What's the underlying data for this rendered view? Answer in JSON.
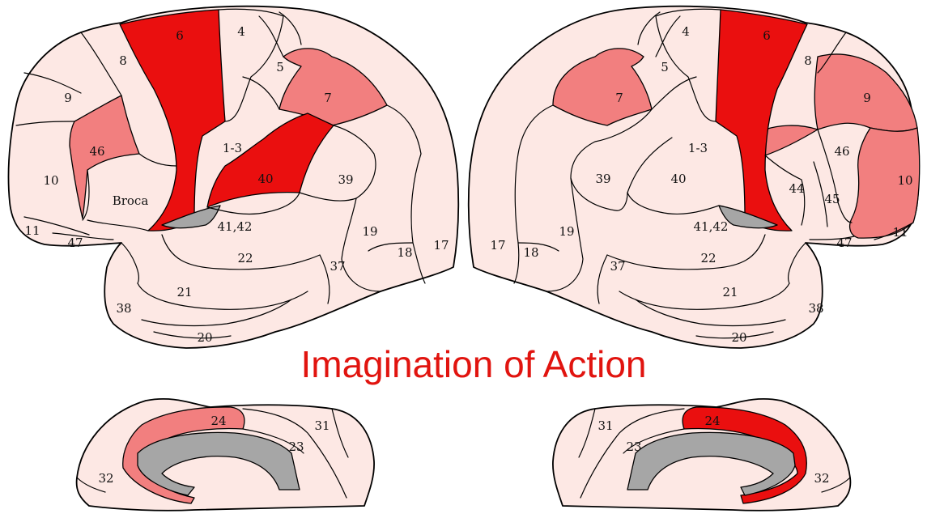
{
  "title": "Imagination of Action",
  "colors": {
    "background": "#ffffff",
    "base": "#fde8e4",
    "strong": "#ea0f0f",
    "moderate": "#f27f7f",
    "insula": "#a6a6a6",
    "title": "#e1140f"
  },
  "lateral_left": {
    "labels": {
      "a4": "4",
      "a5": "5",
      "a6": "6",
      "a7": "7",
      "a8": "8",
      "a9": "9",
      "a10": "10",
      "a11": "11",
      "a46": "46",
      "broca": "Broca",
      "a47": "47",
      "a13": "1-3",
      "a40": "40",
      "a39": "39",
      "a4142": "41,42",
      "a19": "19",
      "a18": "18",
      "a17": "17",
      "a22": "22",
      "a37": "37",
      "a21": "21",
      "a38": "38",
      "a20": "20"
    },
    "activation": {
      "a6": "strong",
      "a40": "strong",
      "a7": "moderate",
      "a46": "moderate"
    }
  },
  "lateral_right": {
    "labels": {
      "a4": "4",
      "a5": "5",
      "a6": "6",
      "a7": "7",
      "a8": "8",
      "a9": "9",
      "a10": "10",
      "a11": "11",
      "a46": "46",
      "a44": "44",
      "a45": "45",
      "a47": "47",
      "a13": "1-3",
      "a40": "40",
      "a39": "39",
      "a4142": "41,42",
      "a19": "19",
      "a18": "18",
      "a17": "17",
      "a22": "22",
      "a37": "37",
      "a21": "21",
      "a38": "38",
      "a20": "20"
    },
    "activation": {
      "a6": "strong",
      "a7": "moderate",
      "a9": "moderate",
      "a10": "moderate",
      "a46_anterior": "moderate"
    }
  },
  "medial_left": {
    "labels": {
      "a24": "24",
      "a31": "31",
      "a23": "23",
      "a32": "32"
    },
    "activation": {
      "a24": "moderate"
    }
  },
  "medial_right": {
    "labels": {
      "a24": "24",
      "a31": "31",
      "a23": "23",
      "a32": "32"
    },
    "activation": {
      "a24": "strong"
    }
  }
}
